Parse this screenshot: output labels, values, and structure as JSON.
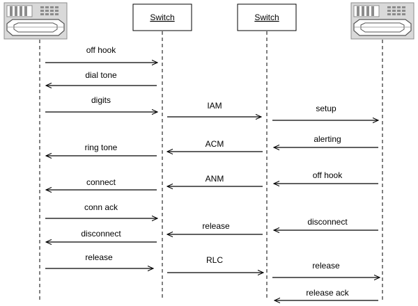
{
  "colors": {
    "line": "#000000",
    "phone_body": "#d9d9d9",
    "phone_dark": "#8c8c8c",
    "background": "#ffffff"
  },
  "participants": [
    {
      "id": "phone-a",
      "type": "phone",
      "icon": "telephone-icon"
    },
    {
      "id": "switch-a",
      "type": "switch",
      "label": "Switch"
    },
    {
      "id": "switch-b",
      "type": "switch",
      "label": "Switch"
    },
    {
      "id": "phone-b",
      "type": "phone",
      "icon": "telephone-icon"
    }
  ],
  "messages": [
    {
      "label": "off hook",
      "from": 0,
      "to": 1
    },
    {
      "label": "dial tone",
      "from": 1,
      "to": 0
    },
    {
      "label": "digits",
      "from": 0,
      "to": 1
    },
    {
      "label": "IAM",
      "from": 1,
      "to": 2
    },
    {
      "label": "setup",
      "from": 2,
      "to": 3
    },
    {
      "label": "alerting",
      "from": 3,
      "to": 2
    },
    {
      "label": "ACM",
      "from": 2,
      "to": 1
    },
    {
      "label": "ring tone",
      "from": 1,
      "to": 0
    },
    {
      "label": "off hook",
      "from": 3,
      "to": 2
    },
    {
      "label": "ANM",
      "from": 2,
      "to": 1
    },
    {
      "label": "connect",
      "from": 1,
      "to": 0
    },
    {
      "label": "conn ack",
      "from": 0,
      "to": 1
    },
    {
      "label": "disconnect",
      "from": 3,
      "to": 2
    },
    {
      "label": "release",
      "from": 2,
      "to": 1
    },
    {
      "label": "disconnect",
      "from": 1,
      "to": 0
    },
    {
      "label": "release",
      "from": 0,
      "to": 1
    },
    {
      "label": "RLC",
      "from": 1,
      "to": 2
    },
    {
      "label": "release",
      "from": 2,
      "to": 3
    },
    {
      "label": "release ack",
      "from": 3,
      "to": 2
    }
  ]
}
